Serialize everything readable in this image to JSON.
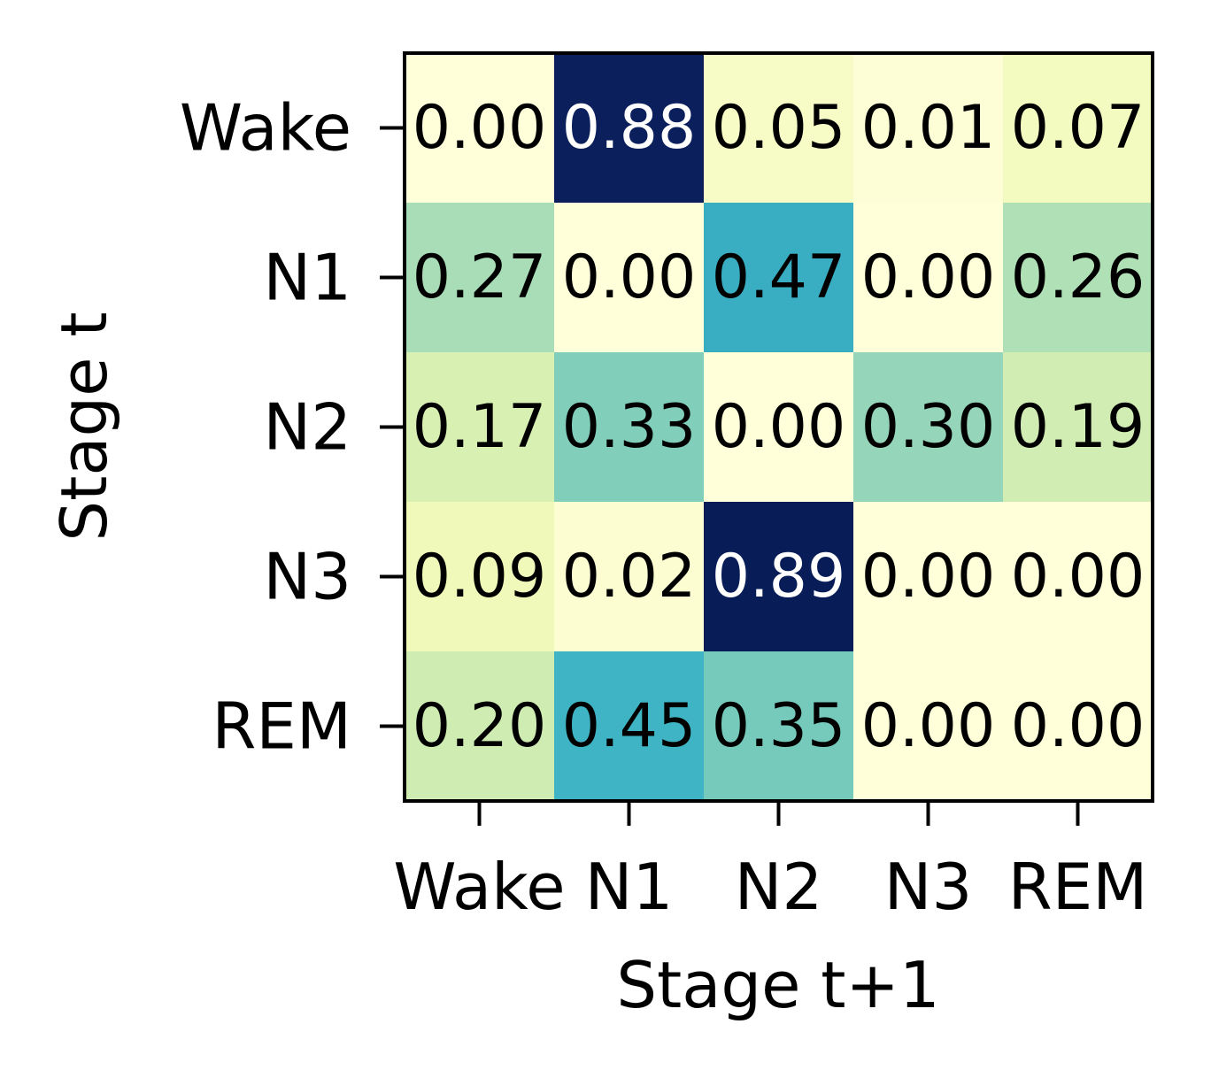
{
  "chart_data": {
    "type": "heatmap",
    "title": "",
    "xlabel": "Stage t+1",
    "ylabel": "Stage t",
    "x_categories": [
      "Wake",
      "N1",
      "N2",
      "N3",
      "REM"
    ],
    "y_categories": [
      "Wake",
      "N1",
      "N2",
      "N3",
      "REM"
    ],
    "values": [
      [
        0.0,
        0.88,
        0.05,
        0.01,
        0.07
      ],
      [
        0.27,
        0.0,
        0.47,
        0.0,
        0.26
      ],
      [
        0.17,
        0.33,
        0.0,
        0.3,
        0.19
      ],
      [
        0.09,
        0.02,
        0.89,
        0.0,
        0.0
      ],
      [
        0.2,
        0.45,
        0.35,
        0.0,
        0.0
      ]
    ],
    "value_labels": [
      [
        "0.00",
        "0.88",
        "0.05",
        "0.01",
        "0.07"
      ],
      [
        "0.27",
        "0.00",
        "0.47",
        "0.00",
        "0.26"
      ],
      [
        "0.17",
        "0.33",
        "0.00",
        "0.30",
        "0.19"
      ],
      [
        "0.09",
        "0.02",
        "0.89",
        "0.00",
        "0.00"
      ],
      [
        "0.20",
        "0.45",
        "0.35",
        "0.00",
        "0.00"
      ]
    ],
    "colormap": "YlGnBu",
    "value_range": [
      0,
      0.89
    ],
    "colorbar": false
  }
}
